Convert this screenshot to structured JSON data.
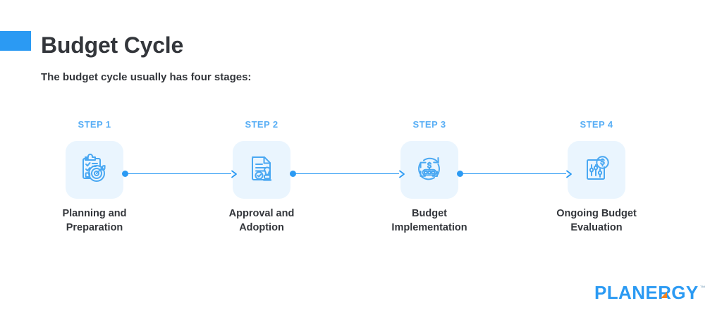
{
  "header": {
    "accent_color": "#2b9af3",
    "title": "Budget Cycle",
    "subtitle": "The budget cycle usually has four stages:"
  },
  "theme": {
    "accent_blue": "#2b9af3",
    "light_blue": "#58aef5",
    "tile_bg": "#eaf5fe",
    "text_dark": "#33363b",
    "logo_orange": "#f58220"
  },
  "diagram": {
    "type": "linear-process-flow",
    "steps": [
      {
        "label": "STEP 1",
        "icon": "clipboard-target-icon",
        "caption_line1": "Planning and",
        "caption_line2": "Preparation"
      },
      {
        "label": "STEP 2",
        "icon": "document-stamp-icon",
        "caption_line1": "Approval and",
        "caption_line2": "Adoption"
      },
      {
        "label": "STEP 3",
        "icon": "money-cycle-icon",
        "caption_line1": "Budget",
        "caption_line2": "Implementation"
      },
      {
        "label": "STEP 4",
        "icon": "sliders-dollar-icon",
        "caption_line1": "Ongoing Budget",
        "caption_line2": "Evaluation"
      }
    ],
    "connectors": [
      {
        "name": "connector-1-to-2"
      },
      {
        "name": "connector-2-to-3"
      },
      {
        "name": "connector-3-to-4"
      }
    ]
  },
  "logo": {
    "text": "PLANERGY",
    "trademark": "™"
  }
}
